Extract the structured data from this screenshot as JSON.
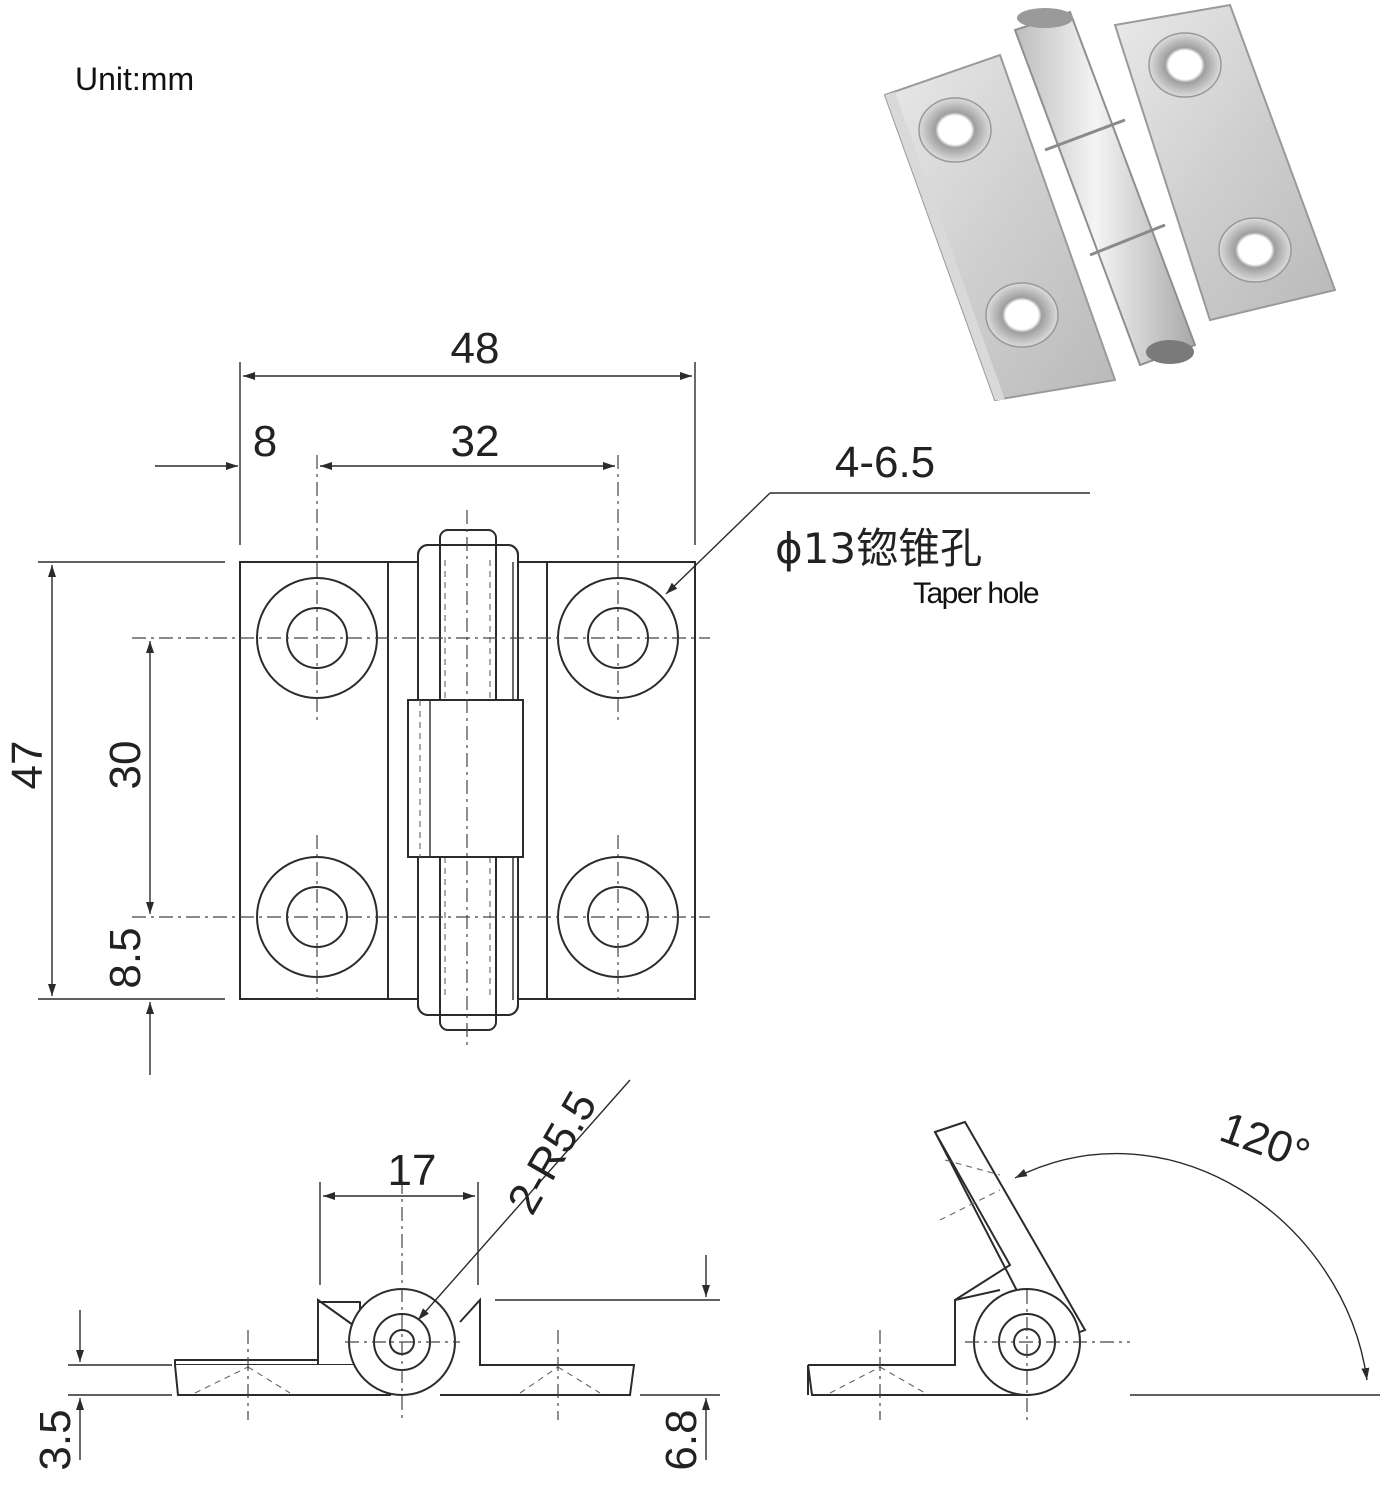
{
  "unit_label": "Unit:mm",
  "dimensions": {
    "overall_width": "48",
    "edge_offset": "8",
    "hole_spacing_x": "32",
    "overall_height": "47",
    "hole_spacing_y": "30",
    "edge_offset_y": "8.5",
    "pin_spacing": "17",
    "radius": "2-R5.5",
    "plate_thickness": "3.5",
    "total_thickness": "6.8",
    "opening_angle": "120°"
  },
  "hole_callout": {
    "count_size": "4-6.5",
    "countersink": "ϕ13锪锥孔",
    "english": "Taper hole"
  },
  "product_photo": "aluminium-butt-hinge"
}
